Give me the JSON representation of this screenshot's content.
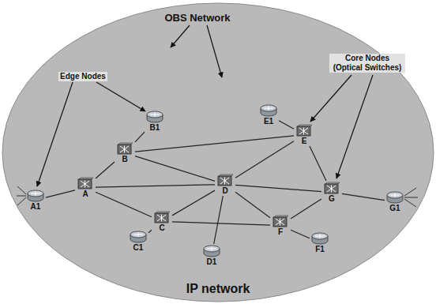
{
  "diagram": {
    "nodes": [
      {
        "text": [
          "IP network"
        ]
      },
      {
        "text": [
          "OBS Network"
        ],
        "in": 0
      },
      {
        "text": [
          "A1"
        ],
        "in": 1
      },
      {
        "text": [
          "B1"
        ],
        "in": 1
      },
      {
        "text": [
          "A"
        ],
        "in": 1
      },
      {
        "text": [
          "B"
        ],
        "in": 1
      },
      {
        "text": [
          "C1"
        ],
        "in": 1
      },
      {
        "text": [
          "C"
        ],
        "in": 1
      },
      {
        "text": [
          "D"
        ],
        "in": 1
      },
      {
        "text": [
          "D1"
        ],
        "in": 1
      },
      {
        "text": [
          "E1"
        ],
        "in": 1
      },
      {
        "text": [
          "E"
        ],
        "in": 1
      },
      {
        "text": [
          "F"
        ],
        "in": 1
      },
      {
        "text": [
          "F1"
        ],
        "in": 1
      },
      {
        "text": [
          "G"
        ],
        "in": 1
      },
      {
        "text": [
          "G1"
        ],
        "in": 1
      }
    ],
    "edges": [
      {
        "from": 2,
        "to": 4,
        "arrow": "none"
      },
      {
        "from": 3,
        "to": 5,
        "arrow": "none"
      },
      {
        "from": 6,
        "to": 7,
        "arrow": "none"
      },
      {
        "from": 8,
        "to": 9,
        "arrow": "none"
      },
      {
        "from": 10,
        "to": 11,
        "arrow": "none"
      },
      {
        "from": 12,
        "to": 13,
        "arrow": "none"
      },
      {
        "from": 14,
        "to": 15,
        "arrow": "none"
      },
      {
        "from": 4,
        "to": 5,
        "arrow": "none"
      },
      {
        "from": 4,
        "to": 7,
        "arrow": "none"
      },
      {
        "from": 4,
        "to": 8,
        "arrow": "none"
      },
      {
        "from": 5,
        "to": 8,
        "arrow": "none"
      },
      {
        "from": 5,
        "to": 11,
        "arrow": "none"
      },
      {
        "from": 7,
        "to": 8,
        "arrow": "none"
      },
      {
        "from": 7,
        "to": 12,
        "arrow": "none"
      },
      {
        "from": 8,
        "to": 11,
        "arrow": "none"
      },
      {
        "from": 8,
        "to": 12,
        "arrow": "none"
      },
      {
        "from": 8,
        "to": 14,
        "arrow": "none"
      },
      {
        "from": 11,
        "to": 14,
        "arrow": "none"
      },
      {
        "from": 12,
        "to": 14,
        "arrow": "none"
      }
    ],
    "labels": [
      "Edge Nodes",
      "Core Nodes (Optical Switches)"
    ]
  }
}
